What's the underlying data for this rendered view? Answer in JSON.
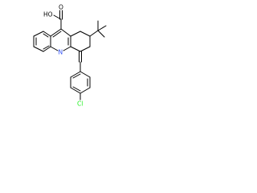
{
  "atoms": {
    "carboxylic_acid": "HO",
    "carbonyl_oxygen": "O",
    "ring_nitrogen": "N",
    "chlorine": "Cl"
  },
  "colors": {
    "bond": "#000000",
    "nitrogen": "#3050F8",
    "chlorine": "#1FF01F",
    "background": "#ffffff"
  }
}
